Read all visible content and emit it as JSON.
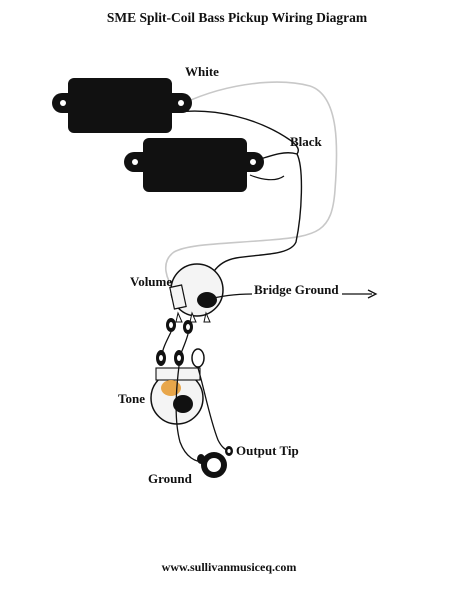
{
  "title": "SME Split-Coil Bass Pickup Wiring Diagram",
  "labels": {
    "white": "White",
    "black": "Black",
    "volume": "Volume",
    "bridge_ground": "Bridge Ground",
    "tone": "Tone",
    "output_tip": "Output Tip",
    "ground": "Ground"
  },
  "footer": "www.sullivanmusiceq.com",
  "colors": {
    "wire_black": "#111111",
    "wire_white": "#c8c8c8",
    "pot_fill": "#f4f4f4",
    "capacitor": "#e8a64a"
  },
  "components": {
    "pickups": 2,
    "potentiometers": [
      "volume",
      "tone"
    ],
    "output_jack": true
  }
}
